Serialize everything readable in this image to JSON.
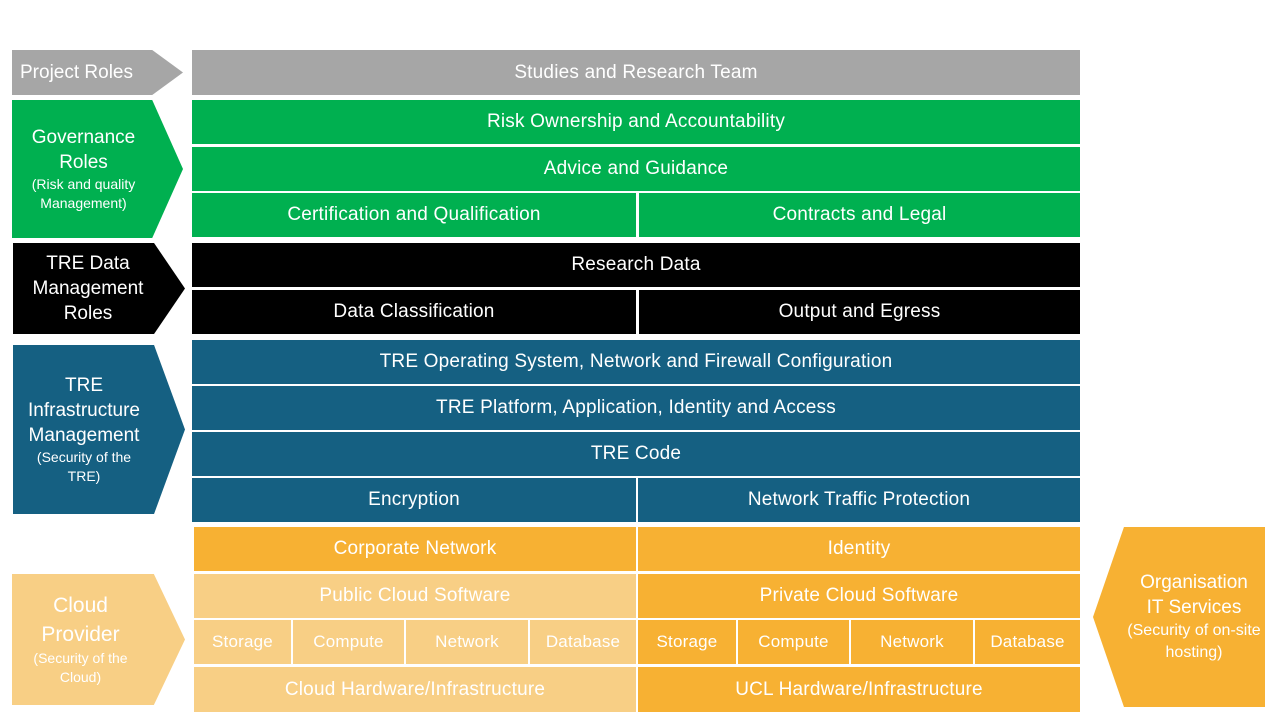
{
  "labels": {
    "project": {
      "title": "Project Roles"
    },
    "governance": {
      "title": "Governance Roles",
      "sub": "(Risk and quality Management)"
    },
    "data_mgmt": {
      "title": "TRE Data Management Roles"
    },
    "infra": {
      "title": "TRE Infrastructure Management",
      "sub": "(Security of the TRE)"
    },
    "cloud": {
      "title": "Cloud Provider",
      "sub": "(Security of the Cloud)"
    },
    "org_it": {
      "title": "Organisation IT Services",
      "sub": "(Security of on-site hosting)"
    }
  },
  "rows": {
    "studies": "Studies and Research Team",
    "risk": "Risk Ownership and Accountability",
    "advice": "Advice and Guidance",
    "certification": "Certification and Qualification",
    "contracts": "Contracts and Legal",
    "research_data": "Research Data",
    "data_classification": "Data Classification",
    "output_egress": "Output and Egress",
    "os_network": "TRE Operating System, Network and Firewall Configuration",
    "platform": "TRE Platform, Application, Identity and Access",
    "code": "TRE Code",
    "encryption": "Encryption",
    "network_traffic": "Network Traffic Protection",
    "corporate_network": "Corporate Network",
    "identity": "Identity",
    "public_cloud": "Public Cloud Software",
    "private_cloud": "Private Cloud Software",
    "public_services": [
      "Storage",
      "Compute",
      "Network",
      "Database"
    ],
    "private_services": [
      "Storage",
      "Compute",
      "Network",
      "Database"
    ],
    "cloud_hw": "Cloud Hardware/Infrastructure",
    "ucl_hw": "UCL Hardware/Infrastructure"
  },
  "colors": {
    "grey": "#a6a6a6",
    "green": "#00b050",
    "black": "#000000",
    "blue": "#156082",
    "light_orange": "#f8cf85",
    "orange": "#f7b133"
  }
}
